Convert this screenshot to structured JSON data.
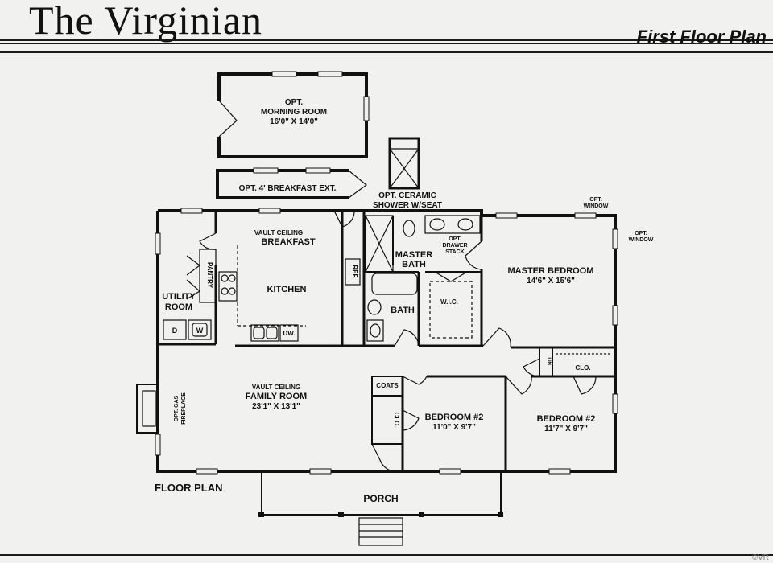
{
  "header": {
    "title": "The Virginian",
    "subtitle": "First Floor Plan"
  },
  "plan": {
    "caption": "FLOOR PLAN",
    "rooms": {
      "morning_room": {
        "opt": "OPT.",
        "name": "MORNING ROOM",
        "size": "16'0\" X 14'0\""
      },
      "breakfast_ext": {
        "name": "OPT. 4' BREAKFAST EXT."
      },
      "ceramic_shower": {
        "line1": "OPT. CERAMIC",
        "line2": "SHOWER W/SEAT"
      },
      "opt_window_top": {
        "line1": "OPT.",
        "line2": "WINDOW"
      },
      "opt_window_right": {
        "line1": "OPT.",
        "line2": "WINDOW"
      },
      "breakfast": {
        "note": "VAULT CEILING",
        "name": "BREAKFAST"
      },
      "kitchen": {
        "name": "KITCHEN"
      },
      "pantry": {
        "name": "PANTRY"
      },
      "utility": {
        "line1": "UTILITY",
        "line2": "ROOM"
      },
      "washer": {
        "label": "W"
      },
      "dryer": {
        "label": "D"
      },
      "dishwasher": {
        "label": "DW."
      },
      "refrigerator": {
        "label": "REF."
      },
      "master_bath": {
        "line1": "MASTER",
        "line2": "BATH"
      },
      "drawer_stack": {
        "line1": "OPT.",
        "line2": "DRAWER",
        "line3": "STACK"
      },
      "bath": {
        "name": "BATH"
      },
      "wic": {
        "name": "W.I.C."
      },
      "master_bedroom": {
        "name": "MASTER BEDROOM",
        "size": "14'6\" X 15'6\""
      },
      "family_room": {
        "note": "VAULT CEILING",
        "name": "FAMILY ROOM",
        "size": "23'1\" X 13'1\""
      },
      "fireplace": {
        "line1": "OPT. GAS",
        "line2": "FIREPLACE"
      },
      "coats": {
        "name": "COATS"
      },
      "closet_hall": {
        "name": "CLO."
      },
      "closet_br": {
        "name": "CLO."
      },
      "linen": {
        "name": "LIN."
      },
      "bedroom_a": {
        "name": "BEDROOM #2",
        "size": "11'0\" X 9'7\""
      },
      "bedroom_b": {
        "name": "BEDROOM #2",
        "size": "11'7\" X 9'7\""
      },
      "porch": {
        "name": "PORCH"
      }
    }
  },
  "watermark": "©VR",
  "colors": {
    "background": "#f1f1ef",
    "ink": "#111111"
  }
}
